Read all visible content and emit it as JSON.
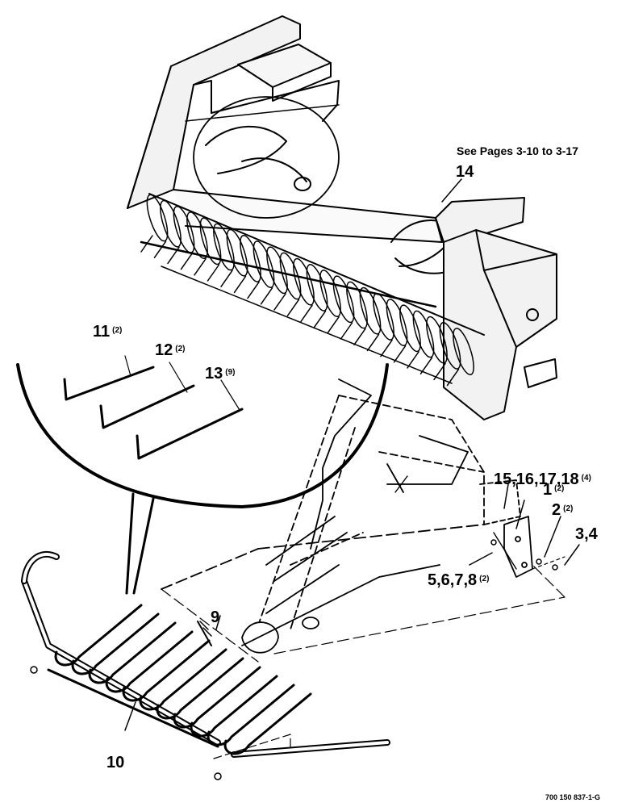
{
  "note": "See Pages 3-10 to 3-17",
  "callouts": [
    {
      "id": "14",
      "text": "14",
      "qty": ""
    },
    {
      "id": "11",
      "text": "11",
      "qty": "(2)"
    },
    {
      "id": "12",
      "text": "12",
      "qty": "(2)"
    },
    {
      "id": "13",
      "text": "13",
      "qty": "(9)"
    },
    {
      "id": "15-18",
      "text": "15,16,17,18",
      "qty": "(4)"
    },
    {
      "id": "1",
      "text": "1",
      "qty": "(2)"
    },
    {
      "id": "2",
      "text": "2",
      "qty": "(2)"
    },
    {
      "id": "3-4",
      "text": "3,4",
      "qty": ""
    },
    {
      "id": "5-8",
      "text": "5,6,7,8",
      "qty": "(2)"
    },
    {
      "id": "9",
      "text": "9",
      "qty": ""
    },
    {
      "id": "10",
      "text": "10",
      "qty": ""
    }
  ],
  "part_number": "700 150 837-1-G",
  "colors": {
    "ink": "#000000",
    "paper": "#ffffff",
    "panel": "#f2f2f2"
  }
}
